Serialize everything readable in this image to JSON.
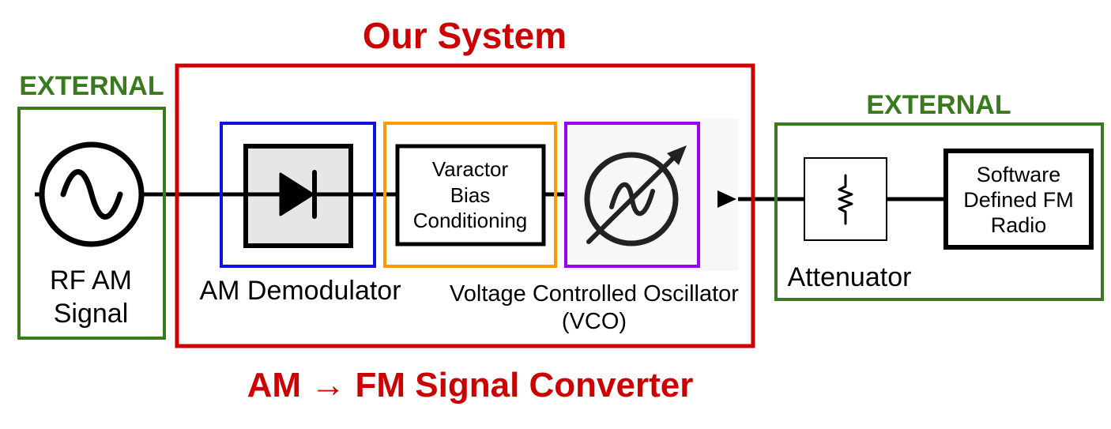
{
  "external_left_label": "EXTERNAL",
  "external_right_label": "EXTERNAL",
  "system_title": "Our System",
  "converter_caption": "AM → FM Signal Converter",
  "blocks": {
    "source_line1": "RF AM",
    "source_line2": "Signal",
    "demodulator": "AM Demodulator",
    "varactor_line1": "Varactor",
    "varactor_line2": "Bias",
    "varactor_line3": "Conditioning",
    "vco_line1": "Voltage Controlled Oscillator",
    "vco_line2": "(VCO)",
    "attenuator": "Attenuator",
    "sdr_line1": "Software",
    "sdr_line2": "Defined FM",
    "sdr_line3": "Radio"
  },
  "colors": {
    "external": "#3a7a1f",
    "system": "#cc0000",
    "demodulator": "#1010e0",
    "varactor": "#ff9900",
    "vco": "#9900ee",
    "wire": "#000000",
    "diode_fill": "#e6e6e6"
  },
  "icons": {
    "source": "ac-sine-source-icon",
    "demodulator": "diode-icon",
    "vco": "vco-symbol-icon",
    "attenuator": "resistor-icon"
  }
}
